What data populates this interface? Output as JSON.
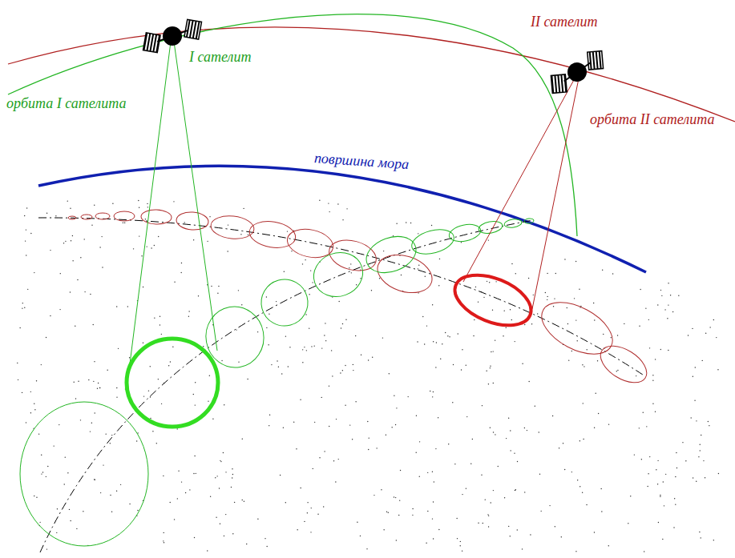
{
  "diagram": {
    "labels": [
      "II сателит",
      "I сателит",
      "орбита I сателита",
      "орбита II сателита",
      "површина мора"
    ]
  }
}
